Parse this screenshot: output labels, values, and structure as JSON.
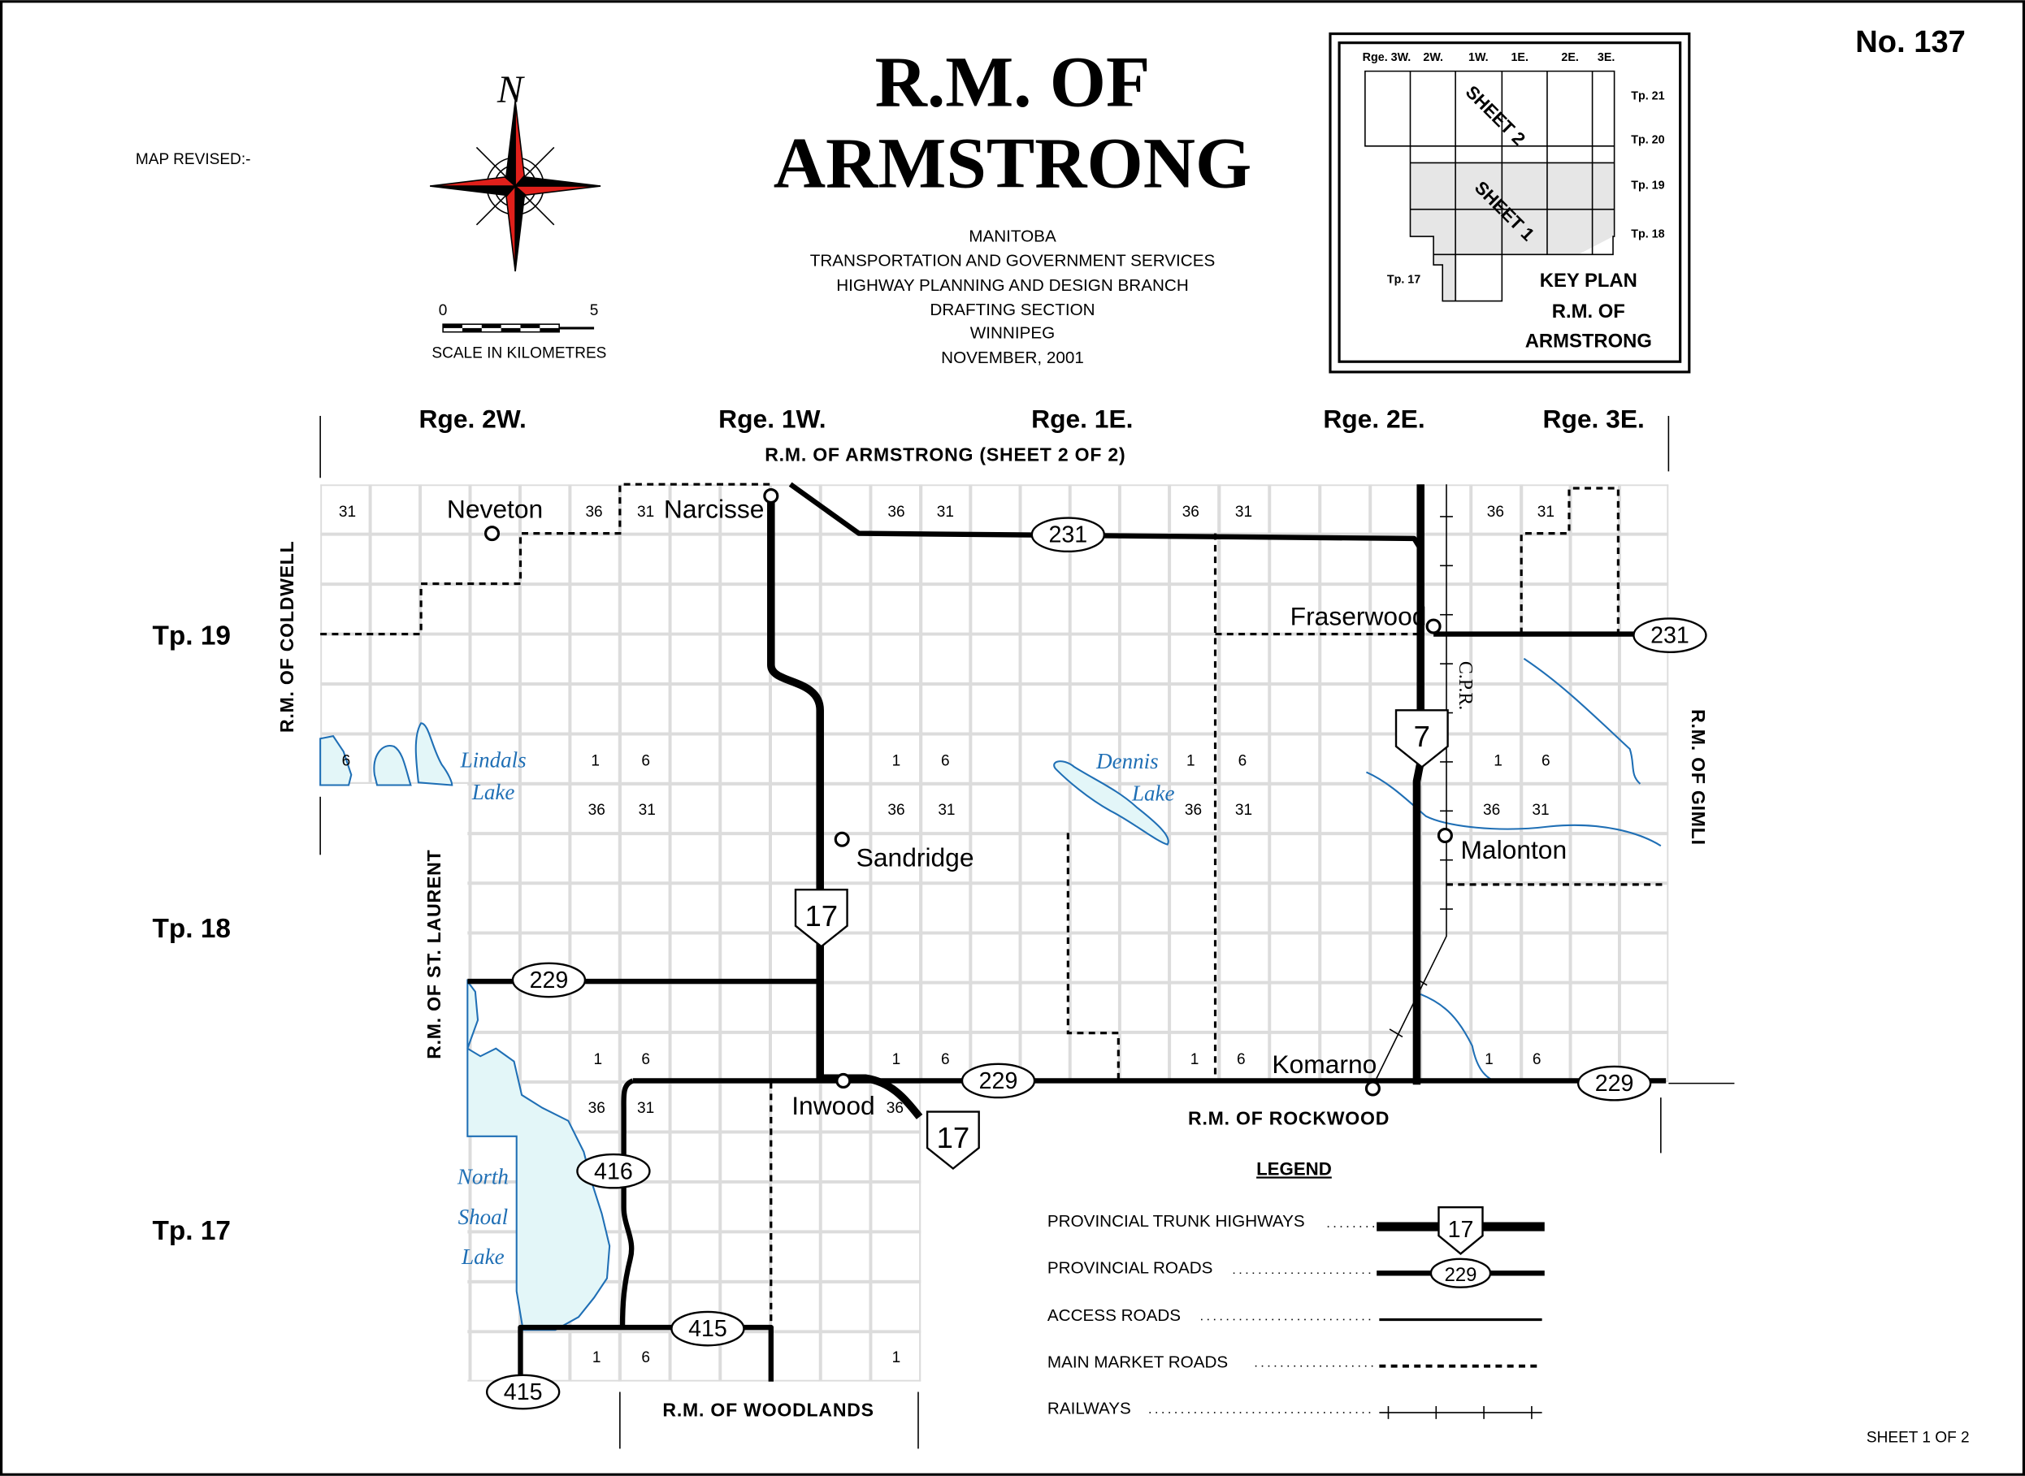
{
  "sheet_number": "No. 137",
  "map_revised": "MAP  REVISED:-",
  "title": {
    "line1": "R.M. OF",
    "line2": "ARMSTRONG"
  },
  "agency_lines": [
    "MANITOBA",
    "TRANSPORTATION  AND  GOVERNMENT  SERVICES",
    "HIGHWAY  PLANNING  AND  DESIGN  BRANCH",
    "DRAFTING  SECTION",
    "WINNIPEG",
    "NOVEMBER, 2001"
  ],
  "compass": {
    "north_label": "N"
  },
  "scale": {
    "start": "0",
    "end": "5",
    "label": "SCALE  IN  KILOMETRES"
  },
  "key_plan": {
    "ranges": [
      "Rge. 3W.",
      "2W.",
      "1W.",
      "1E.",
      "2E.",
      "3E."
    ],
    "townships": [
      "Tp. 21",
      "Tp. 20",
      "Tp. 19",
      "Tp. 18",
      "Tp. 17"
    ],
    "sheet2": "SHEET  2",
    "sheet1": "SHEET  1",
    "title_lines": [
      "KEY  PLAN",
      "R.M. OF",
      "ARMSTRONG"
    ]
  },
  "ranges": [
    "Rge. 2W.",
    "Rge. 1W.",
    "Rge. 1E.",
    "Rge. 2E.",
    "Rge. 3E."
  ],
  "townships": [
    "Tp. 19",
    "Tp. 18",
    "Tp. 17"
  ],
  "neighbours": {
    "north": "R.M.  OF  ARMSTRONG  (SHEET  2  OF  2)",
    "west_upper": "R.M.  OF  COLDWELL",
    "west_lower": "R.M.  OF  ST. LAURENT",
    "east": "R.M.  OF  GIMLI",
    "south_east": "R.M.  OF  ROCKWOOD",
    "south": "R.M.  OF  WOODLANDS"
  },
  "towns": [
    "Neveton",
    "Narcisse",
    "Fraserwood",
    "Sandridge",
    "Malonton",
    "Inwood",
    "Komarno"
  ],
  "lakes": {
    "lindals": [
      "Lindals",
      "Lake"
    ],
    "dennis": [
      "Dennis",
      "Lake"
    ],
    "north_shoal": [
      "North",
      "Shoal",
      "Lake"
    ]
  },
  "railway_label": "C.P.R.",
  "highway_shields": [
    "17",
    "17",
    "7"
  ],
  "road_badges": [
    "231",
    "231",
    "229",
    "229",
    "229",
    "416",
    "415",
    "415"
  ],
  "section_numbers": [
    "31",
    "36",
    "31",
    "36",
    "31",
    "36",
    "31",
    "36",
    "31",
    "6",
    "1",
    "6",
    "1",
    "6",
    "1",
    "6",
    "1",
    "6",
    "36",
    "31",
    "36",
    "31",
    "36",
    "31",
    "36",
    "31",
    "1",
    "6",
    "1",
    "6",
    "1",
    "6",
    "1",
    "6",
    "36",
    "31",
    "36",
    "1",
    "6",
    "1"
  ],
  "legend": {
    "title": "LEGEND",
    "items": [
      {
        "label": "PROVINCIAL  TRUNK  HIGHWAYS",
        "sample": "17"
      },
      {
        "label": "PROVINCIAL  ROADS",
        "sample": "229"
      },
      {
        "label": "ACCESS  ROADS"
      },
      {
        "label": "MAIN  MARKET  ROADS"
      },
      {
        "label": "RAILWAYS"
      }
    ]
  },
  "sheet_footer": "SHEET  1  OF  2",
  "colors": {
    "water": "#1f6fb5",
    "lake_fill": "#e3f6f8",
    "compass_red": "#e0201b",
    "grid": "#dcdcdc"
  }
}
